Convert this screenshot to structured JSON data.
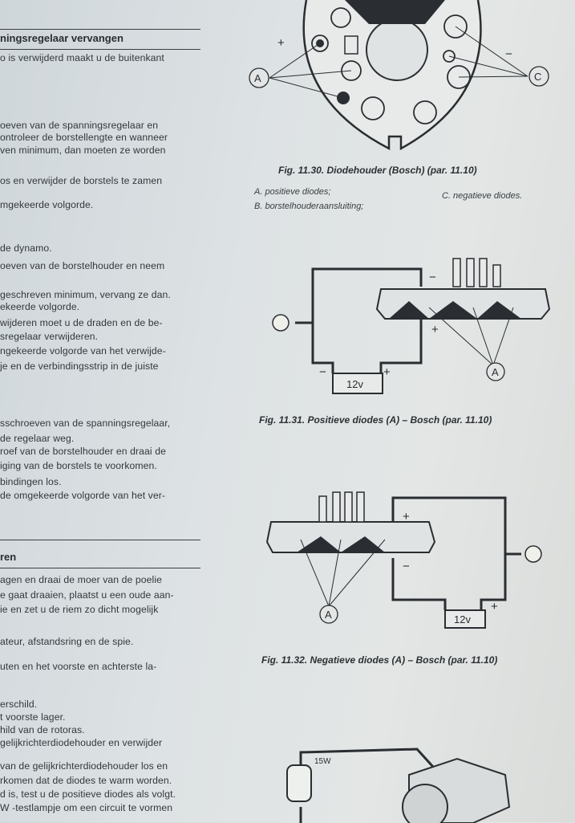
{
  "left_column": {
    "heading_1": "ningsregelaar vervangen",
    "heading_2": "ren",
    "lines": [
      "o is verwijderd maakt u de buitenkant",
      "oeven van de spanningsregelaar en",
      "ontroleer de borstellengte en wanneer",
      "ven minimum, dan moeten ze worden",
      "os en verwijder de borstels te zamen",
      "mgekeerde volgorde.",
      "de dynamo.",
      "oeven van de borstelhouder en neem",
      "geschreven minimum, vervang ze dan.",
      "ekeerde volgorde.",
      "wijderen moet u de draden en de be-",
      "sregelaar verwijderen.",
      "ngekeerde volgorde van het verwijde-",
      "je en de verbindingsstrip in de juiste",
      "sschroeven van de spanningsregelaar,",
      "de regelaar weg.",
      "roef van de borstelhouder en draai de",
      "iging van de borstels te voorkomen.",
      "bindingen los.",
      "de omgekeerde volgorde van het ver-",
      "agen en draai de moer van de poelie",
      "e gaat draaien, plaatst u een oude aan-",
      "ie en zet u de riem zo dicht mogelijk",
      "ateur, afstandsring en de spie.",
      "uten en het voorste en achterste la-",
      "erschild.",
      "t voorste lager.",
      "hild van de rotoras.",
      "gelijkrichterdiodehouder en verwijder",
      "van de gelijkrichterdiodehouder los en",
      "rkomen dat de diodes te warm worden.",
      "d is, test u de positieve diodes als volgt.",
      "W -testlampje om een circuit te vormen"
    ]
  },
  "figures": {
    "fig_11_30": {
      "caption": "Fig. 11.30.  Diodehouder (Bosch) (par. 11.10)",
      "legend_a": "A.  positieve diodes;",
      "legend_b": "B.  borstelhouderaansluiting;",
      "legend_c": "C.  negatieve diodes.",
      "label_a": "A",
      "label_c": "C",
      "plus": "+",
      "minus": "−"
    },
    "fig_11_31": {
      "caption": "Fig. 11.31.  Positieve diodes (A) – Bosch (par. 11.10)",
      "battery": "12v",
      "label_a": "A",
      "plus": "+",
      "minus": "−"
    },
    "fig_11_32": {
      "caption": "Fig. 11.32.  Negatieve diodes (A) – Bosch (par. 11.10)",
      "battery": "12v",
      "label_a": "A",
      "plus": "+",
      "minus": "−"
    },
    "fig_bottom": {
      "lamp_rating": "15W"
    }
  }
}
